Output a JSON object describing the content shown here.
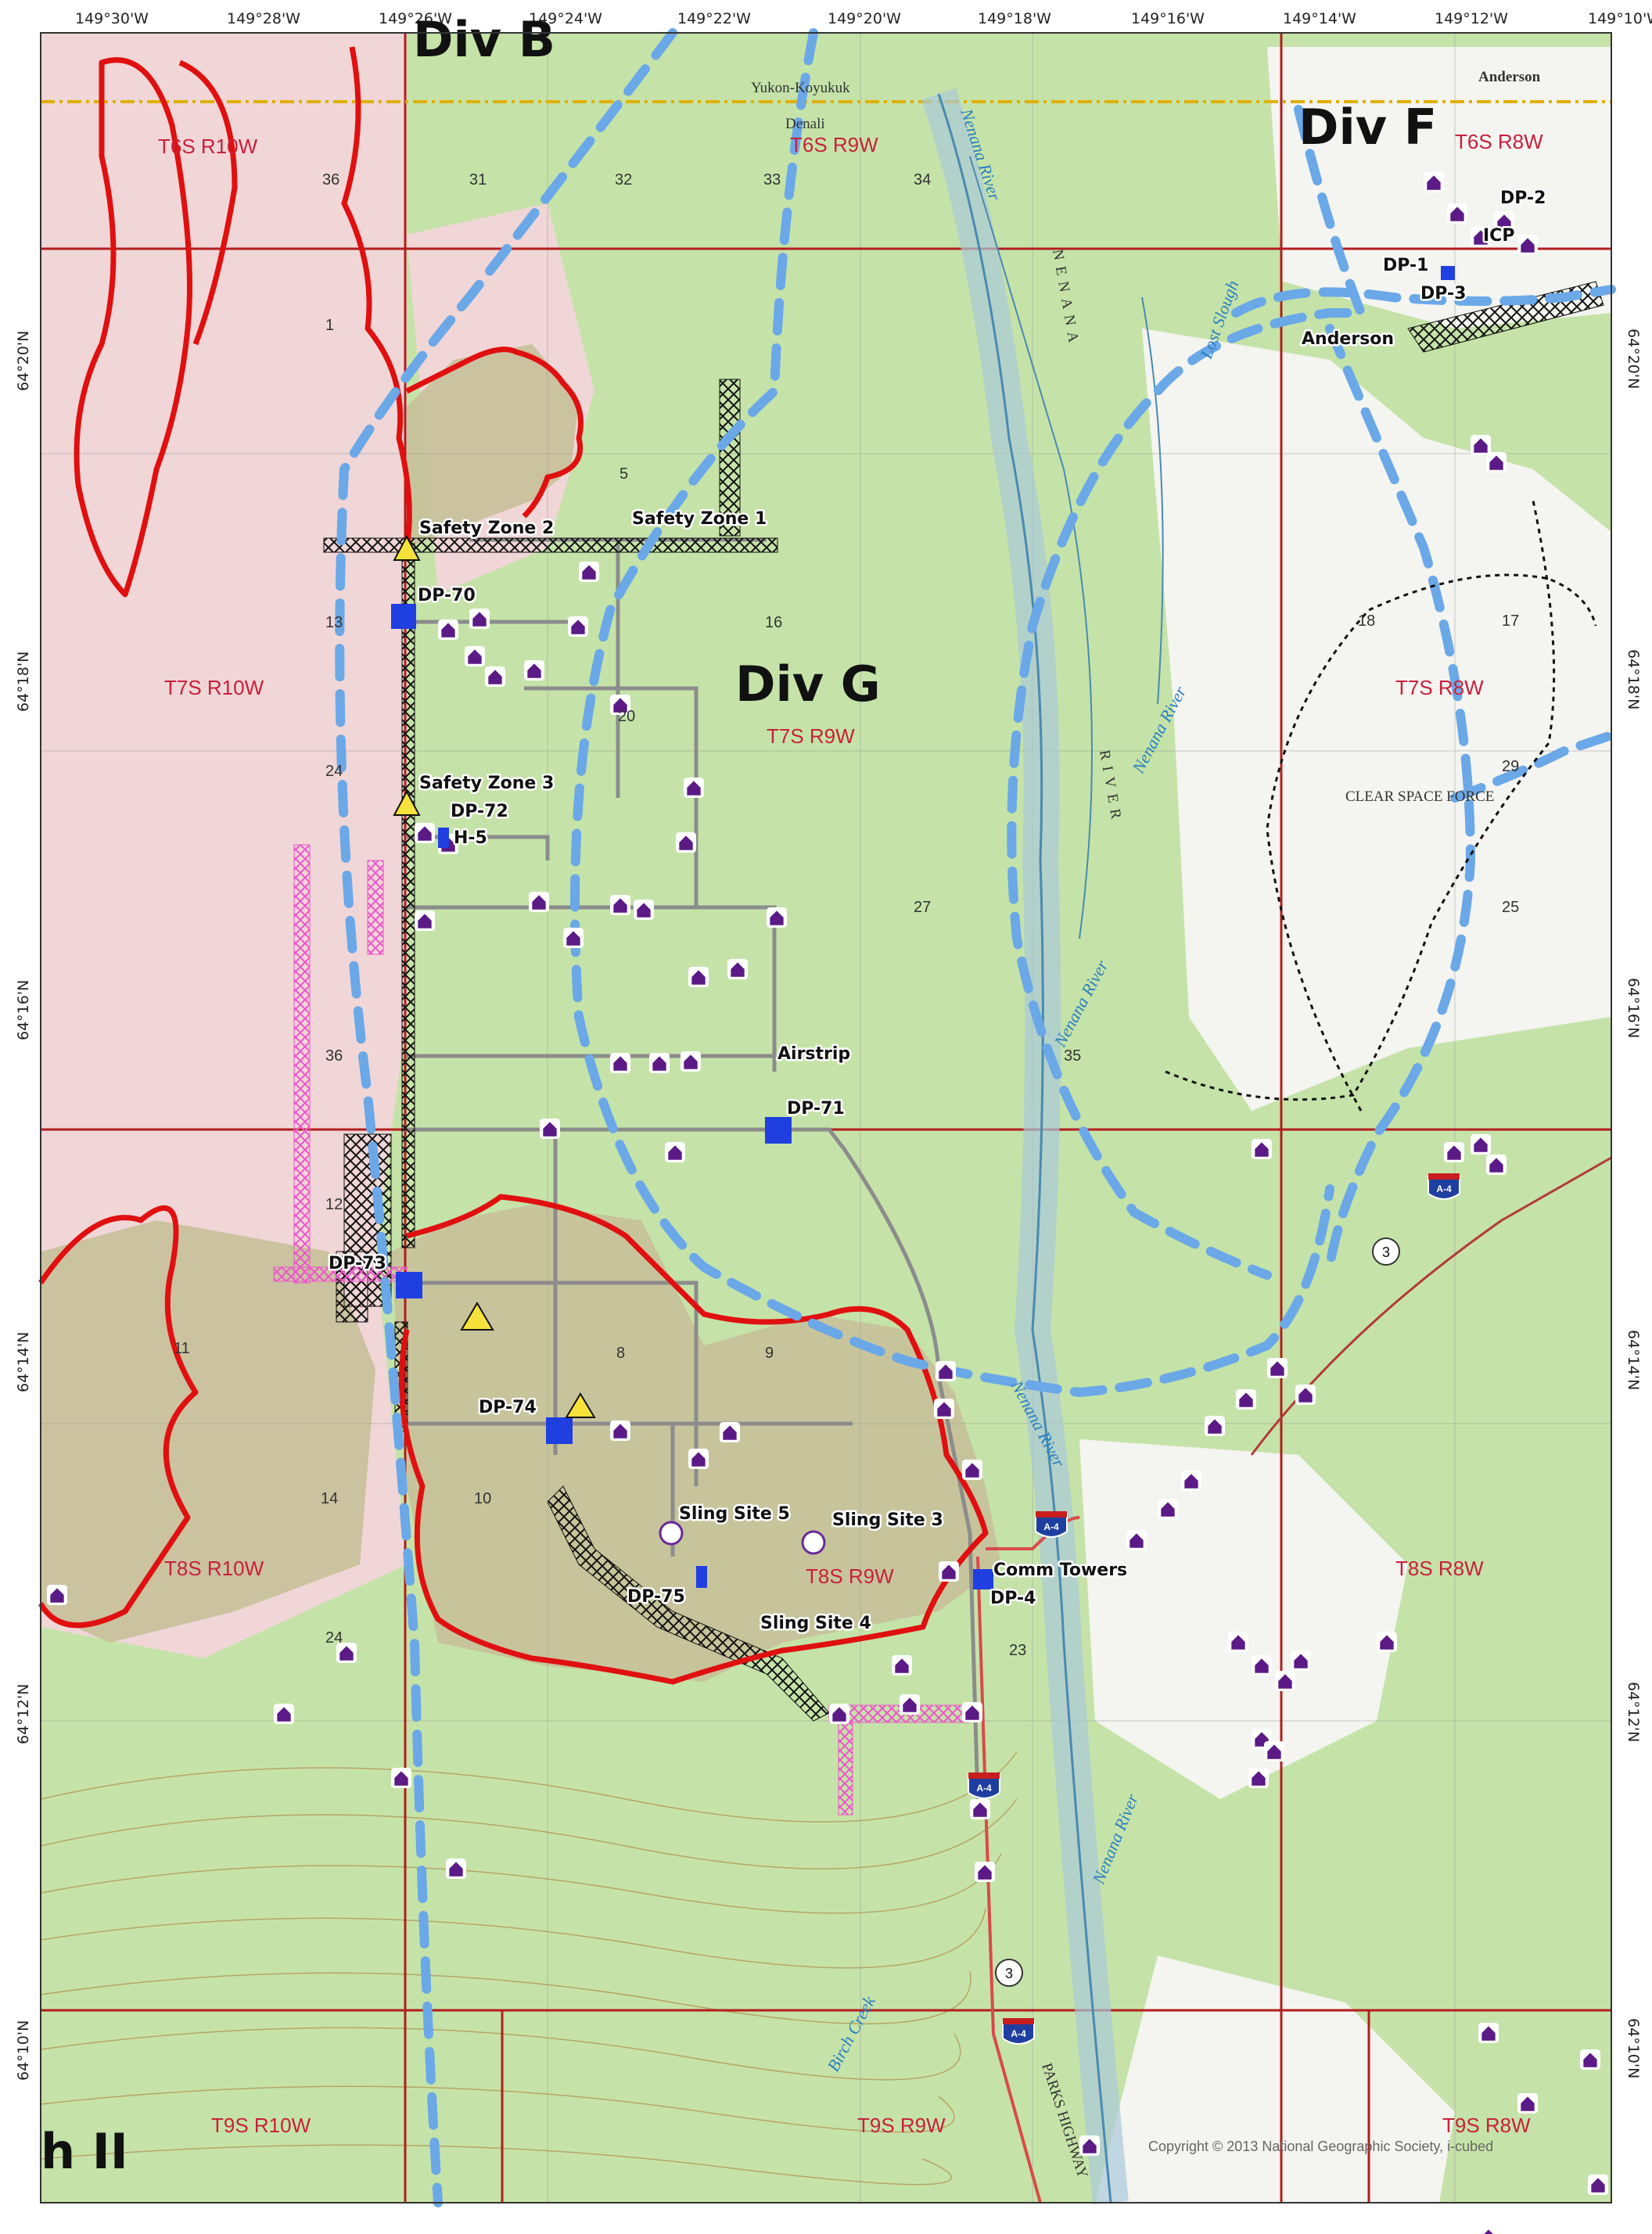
{
  "top_coords": [
    "149°30'W",
    "149°28'W",
    "149°26'W",
    "149°24'W",
    "149°22'W",
    "149°20'W",
    "149°18'W",
    "149°16'W",
    "149°14'W",
    "149°12'W",
    "149°10'W"
  ],
  "side_coords": [
    "64°20'N",
    "64°18'N",
    "64°16'N",
    "64°14'N",
    "64°12'N",
    "64°10'N"
  ],
  "divisions": {
    "b": "Div B",
    "f": "Div F",
    "g": "Div G",
    "branch": "h II"
  },
  "townships": {
    "t6s_r10w": "T6S R10W",
    "t6s_r9w": "T6S R9W",
    "t6s_r8w": "T6S R8W",
    "t7s_r10w": "T7S R10W",
    "t7s_r9w": "T7S R9W",
    "t7s_r8w": "T7S R8W",
    "t8s_r10w": "T8S R10W",
    "t8s_r9w": "T8S R9W",
    "t8s_r8w": "T8S R8W",
    "t9s_r10w": "T9S R10W",
    "t9s_r9w": "T9S R9W",
    "t9s_r8w": "T9S R8W"
  },
  "sections": [
    "36",
    "31",
    "32",
    "33",
    "34",
    "1",
    "5",
    "13",
    "16",
    "17",
    "18",
    "20",
    "25",
    "29",
    "24",
    "27",
    "35",
    "36",
    "12",
    "11",
    "8",
    "9",
    "14",
    "24",
    "23",
    "10"
  ],
  "labels": {
    "sz1": "Safety Zone 1",
    "sz2": "Safety Zone 2",
    "sz3": "Safety Zone 3",
    "dp70": "DP-70",
    "dp72": "DP-72",
    "h5": "H-5",
    "dp71": "DP-71",
    "airstrip": "Airstrip",
    "dp73": "DP-73",
    "dp74": "DP-74",
    "dp75": "DP-75",
    "dp4": "DP-4",
    "ss3": "Sling Site 3",
    "ss4": "Sling Site 4",
    "ss5": "Sling Site 5",
    "comm": "Comm Towers",
    "dp1": "DP-1",
    "dp2": "DP-2",
    "dp3": "DP-3",
    "icp": "ICP",
    "anderson": "Anderson"
  },
  "basemap": {
    "anderson_town": "Anderson",
    "borough_north": "Yukon-Koyukuk",
    "borough_south": "Denali",
    "nenana_river": "Nenana River",
    "lost_slough": "Lost Slough",
    "birch_creek": "Birch Creek",
    "parks_highway": "PARKS HIGHWAY",
    "clear_space_force": "CLEAR SPACE FORCE",
    "route_a4": "A-4",
    "route_3": "3",
    "nenana_vertical": "NENANA",
    "river_vertical": "RIVER",
    "copyright": "Copyright © 2013 National Geographic Society, i-cubed"
  }
}
